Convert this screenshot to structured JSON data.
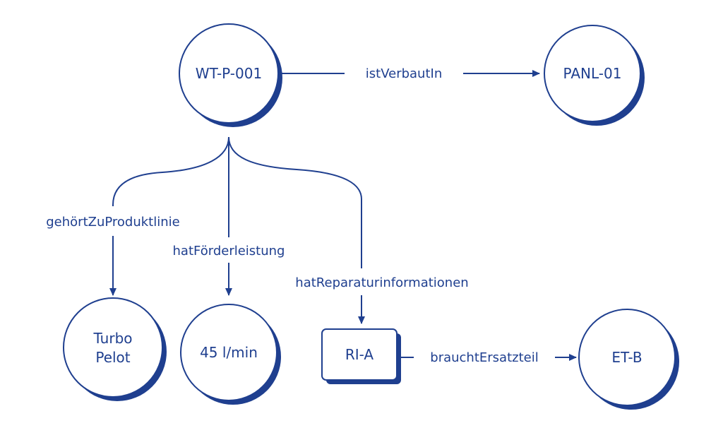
{
  "colors": {
    "primary": "#1f3f8f",
    "background": "#ffffff"
  },
  "nodes": {
    "wt": "WT-P-001",
    "panl": "PANL-01",
    "turbo_line1": "Turbo",
    "turbo_line2": "Pelot",
    "flow": "45 l/min",
    "ria": "RI-A",
    "etb": "ET-B"
  },
  "edges": {
    "ist_verbaut_in": "istVerbautIn",
    "gehoert_zu_produktlinie": "gehörtZuProduktlinie",
    "hat_foerderleistung": "hatFörderleistung",
    "hat_reparaturinformationen": "hatReparaturinformationen",
    "braucht_ersatzteil": "brauchtErsatzteil"
  }
}
